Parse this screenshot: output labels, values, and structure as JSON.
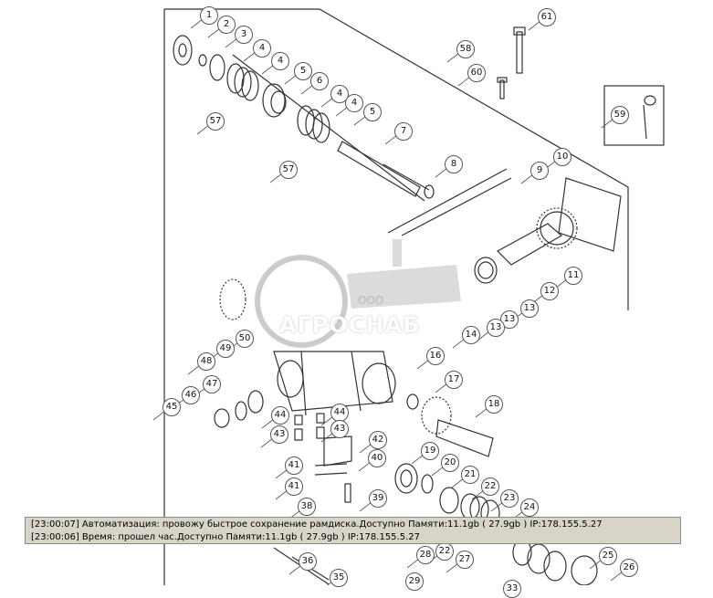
{
  "diagram": {
    "callouts": [
      {
        "id": "c1",
        "label": "1"
      },
      {
        "id": "c2",
        "label": "2"
      },
      {
        "id": "c3",
        "label": "3"
      },
      {
        "id": "c4a",
        "label": "4"
      },
      {
        "id": "c4b",
        "label": "4"
      },
      {
        "id": "c5a",
        "label": "5"
      },
      {
        "id": "c6",
        "label": "6"
      },
      {
        "id": "c4c",
        "label": "4"
      },
      {
        "id": "c4d",
        "label": "4"
      },
      {
        "id": "c5b",
        "label": "5"
      },
      {
        "id": "c57a",
        "label": "57"
      },
      {
        "id": "c7",
        "label": "7"
      },
      {
        "id": "c57b",
        "label": "57"
      },
      {
        "id": "c8",
        "label": "8"
      },
      {
        "id": "c58",
        "label": "58"
      },
      {
        "id": "c60",
        "label": "60"
      },
      {
        "id": "c61",
        "label": "61"
      },
      {
        "id": "c59",
        "label": "59"
      },
      {
        "id": "c10",
        "label": "10"
      },
      {
        "id": "c9",
        "label": "9"
      },
      {
        "id": "c11",
        "label": "11"
      },
      {
        "id": "c12",
        "label": "12"
      },
      {
        "id": "c13a",
        "label": "13"
      },
      {
        "id": "c13b",
        "label": "13"
      },
      {
        "id": "c13c",
        "label": "13"
      },
      {
        "id": "c14",
        "label": "14"
      },
      {
        "id": "c16",
        "label": "16"
      },
      {
        "id": "c50",
        "label": "50"
      },
      {
        "id": "c49",
        "label": "49"
      },
      {
        "id": "c48",
        "label": "48"
      },
      {
        "id": "c47",
        "label": "47"
      },
      {
        "id": "c46",
        "label": "46"
      },
      {
        "id": "c45",
        "label": "45"
      },
      {
        "id": "c44a",
        "label": "44"
      },
      {
        "id": "c44b",
        "label": "44"
      },
      {
        "id": "c43a",
        "label": "43"
      },
      {
        "id": "c43b",
        "label": "43"
      },
      {
        "id": "c42",
        "label": "42"
      },
      {
        "id": "c41a",
        "label": "41"
      },
      {
        "id": "c41b",
        "label": "41"
      },
      {
        "id": "c40",
        "label": "40"
      },
      {
        "id": "c17",
        "label": "17"
      },
      {
        "id": "c18",
        "label": "18"
      },
      {
        "id": "c19",
        "label": "19"
      },
      {
        "id": "c20",
        "label": "20"
      },
      {
        "id": "c21",
        "label": "21"
      },
      {
        "id": "c22",
        "label": "22"
      },
      {
        "id": "c23",
        "label": "23"
      },
      {
        "id": "c24",
        "label": "24"
      },
      {
        "id": "c39",
        "label": "39"
      },
      {
        "id": "c38",
        "label": "38"
      },
      {
        "id": "c36",
        "label": "36"
      },
      {
        "id": "c35",
        "label": "35"
      },
      {
        "id": "c28",
        "label": "28"
      },
      {
        "id": "c29",
        "label": "29"
      },
      {
        "id": "c22b",
        "label": "22"
      },
      {
        "id": "c27",
        "label": "27"
      },
      {
        "id": "c25",
        "label": "25"
      },
      {
        "id": "c26",
        "label": "26"
      },
      {
        "id": "c33",
        "label": "33"
      }
    ]
  },
  "watermark": {
    "company_prefix": "ООО",
    "company_name": "АГРОСНАБ"
  },
  "log": {
    "lines": [
      "[23:00:07]  Автоматизация: провожу быстрое сохранение рамдиска.Доступно Памяти:11.1gb  ( 27.9gb ) IP:178.155.5.27",
      "[23:00:06]  Время: прошел час.Доступно Памяти:11.1gb  ( 27.9gb ) IP:178.155.5.27"
    ]
  },
  "colors": {
    "line": "#333333",
    "log_bg": "#d8d4c8",
    "watermark": "#a8a8a8"
  }
}
